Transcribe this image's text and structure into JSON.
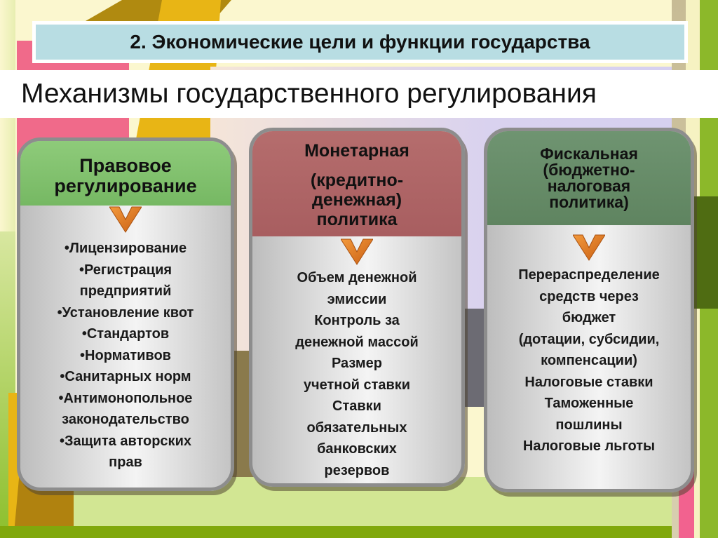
{
  "slide": {
    "section_title": "2. Экономические цели и функции государства",
    "heading": "Механизмы государственного регулирования"
  },
  "columns": [
    {
      "id": "legal",
      "header_lines": [
        "Правовое",
        "регулирование"
      ],
      "header_color": "#7ec06b",
      "icon": "chevron-down-icon",
      "items": [
        "•Лицензирование",
        "•Регистрация",
        "предприятий",
        "•Установление квот",
        "•Стандартов",
        "•Нормативов",
        "•Санитарных норм",
        "•Антимонопольное",
        "законодательство",
        "•Защита авторских",
        "прав"
      ]
    },
    {
      "id": "monetary",
      "header_lines": [
        "Монетарная",
        "(кредитно-",
        "денежная)",
        "политика"
      ],
      "header_color": "#ad6466",
      "icon": "chevron-down-icon",
      "items": [
        "Объем денежной",
        "эмиссии",
        "Контроль за",
        "денежной массой",
        "Размер",
        "учетной ставки",
        "Ставки",
        "обязательных",
        "банковских",
        "резервов"
      ]
    },
    {
      "id": "fiscal",
      "header_lines": [
        "Фискальная",
        "(бюджетно-",
        "налоговая",
        "политика)"
      ],
      "header_color": "#678b68",
      "icon": "chevron-down-icon",
      "items": [
        "Перераспределение",
        "средств через",
        "бюджет",
        "(дотации, субсидии,",
        "компенсации)",
        "Налоговые ставки",
        "Таможенные",
        "пошлины",
        "Налоговые льготы"
      ]
    }
  ],
  "colors": {
    "title_bar_bg": "#b8dde3",
    "chevron": "#e8822a",
    "card_border": "#8d8d8d"
  }
}
